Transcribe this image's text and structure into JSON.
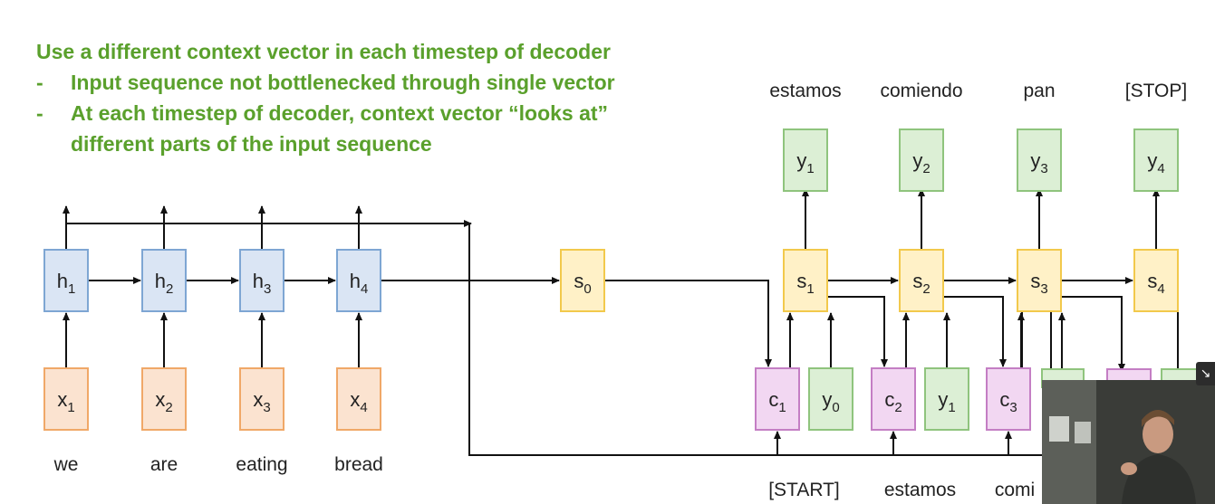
{
  "bullets": {
    "title": "Use a different context vector in each timestep of decoder",
    "items": [
      {
        "dash": "-",
        "text": "Input sequence not bottlenecked through single vector"
      },
      {
        "dash": "-",
        "text": "At each timestep of decoder, context vector “looks at”"
      },
      {
        "dash": "",
        "text": "different parts of the input sequence"
      }
    ]
  },
  "encoder": {
    "inputs": [
      {
        "label": "x",
        "sub": "1",
        "word": "we"
      },
      {
        "label": "x",
        "sub": "2",
        "word": "are"
      },
      {
        "label": "x",
        "sub": "3",
        "word": "eating"
      },
      {
        "label": "x",
        "sub": "4",
        "word": "bread"
      }
    ],
    "hidden": [
      {
        "label": "h",
        "sub": "1"
      },
      {
        "label": "h",
        "sub": "2"
      },
      {
        "label": "h",
        "sub": "3"
      },
      {
        "label": "h",
        "sub": "4"
      }
    ]
  },
  "initial_state": {
    "label": "s",
    "sub": "0"
  },
  "decoder": {
    "states": [
      {
        "label": "s",
        "sub": "1"
      },
      {
        "label": "s",
        "sub": "2"
      },
      {
        "label": "s",
        "sub": "3"
      },
      {
        "label": "s",
        "sub": "4"
      }
    ],
    "outputs": [
      {
        "label": "y",
        "sub": "1",
        "word": "estamos"
      },
      {
        "label": "y",
        "sub": "2",
        "word": "comiendo"
      },
      {
        "label": "y",
        "sub": "3",
        "word": "pan"
      },
      {
        "label": "y",
        "sub": "4",
        "word": "[STOP]"
      }
    ],
    "contexts": [
      {
        "label": "c",
        "sub": "1"
      },
      {
        "label": "c",
        "sub": "2"
      },
      {
        "label": "c",
        "sub": "3"
      }
    ],
    "prev_outputs": [
      {
        "label": "y",
        "sub": "0",
        "word": "[START]"
      },
      {
        "label": "y",
        "sub": "1",
        "word": "estamos"
      },
      {
        "label": "",
        "sub": "",
        "word": "comi"
      }
    ]
  },
  "colors": {
    "blue_fill": "#dae5f4",
    "blue_stroke": "#7ea6d3",
    "orange_fill": "#fbe3d0",
    "orange_stroke": "#f0a868",
    "yellow_fill": "#fff1c7",
    "yellow_stroke": "#f2c94c",
    "green_fill": "#dcefd5",
    "green_stroke": "#8fc47d",
    "purple_fill": "#f2d7f2",
    "purple_stroke": "#c47ec4",
    "title_green": "#5aa02c"
  },
  "overlay": {
    "expand_icon": "↘"
  }
}
